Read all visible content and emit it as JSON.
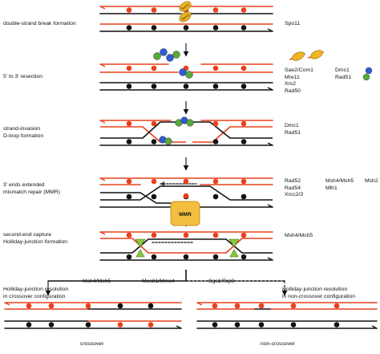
{
  "steps": [
    {
      "label_lines": [
        "double-strand break formation"
      ],
      "proteins": [
        "Spo11"
      ]
    },
    {
      "label_lines": [
        "5' to 3' resection"
      ],
      "proteins": [
        "Sae2/Com1",
        "Mre11",
        "Xrs2",
        "Rad50"
      ],
      "proteins_col2": [
        "Dmc1",
        "Rad51"
      ]
    },
    {
      "label_lines": [
        "strand-invasion",
        "D-loop formation"
      ],
      "proteins": [
        "Dmc1",
        "Rad51"
      ]
    },
    {
      "label_lines": [
        "3' ends extended",
        "mismatch repair (MMR)"
      ],
      "proteins": [
        "Rad52",
        "Rad54",
        "Xrcc2/3"
      ],
      "proteins_col2": [
        "Msh4/Msh5",
        "Mlh1"
      ],
      "proteins_col3": [
        "Msh2"
      ],
      "badge": "MMR"
    },
    {
      "label_lines": [
        "second-end capture",
        "Holliday-junction formation"
      ],
      "proteins": [
        "Msh4/Msh5"
      ]
    }
  ],
  "resolution": {
    "left_path_labels": [
      "Msh4/Msh5",
      "Mus81/Mms4"
    ],
    "right_path_label": "Sgs1/Top3",
    "left_outcome_lines": [
      "Holliday-junction resolution",
      "in crossover configuration"
    ],
    "right_outcome_lines": [
      "Holliday-junction resolution",
      "in non-crossover configuration"
    ],
    "left_caption": "crossover",
    "right_caption": "non-crossover"
  },
  "spo11_tag": "Spo11",
  "colors": {
    "red_strand": "#e8401c",
    "black_strand": "#111111",
    "blue_protein": "#2f5bd6",
    "green_protein": "#59a83a",
    "spo11_yellow": "#f0b520",
    "mmr_box": "#f3bd3f",
    "junction_green": "#8cc63f"
  }
}
